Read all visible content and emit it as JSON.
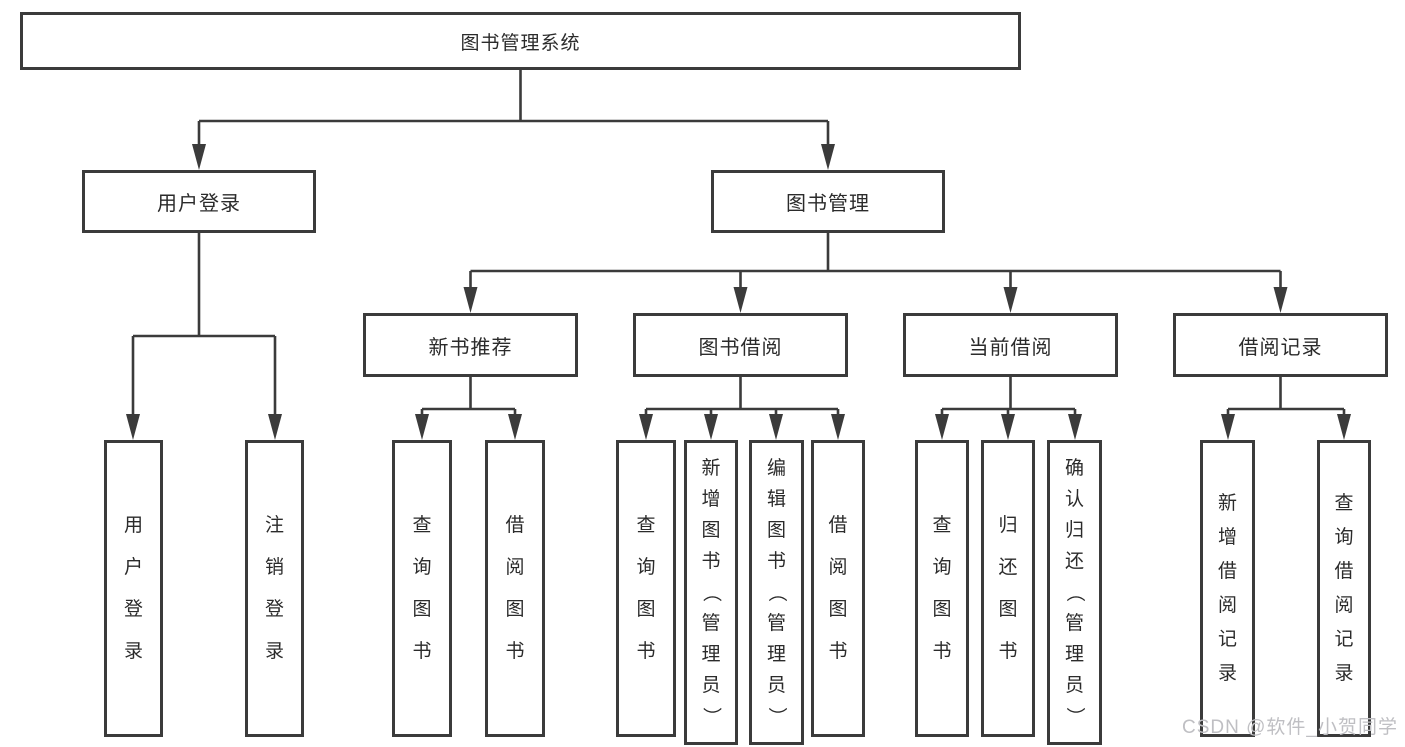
{
  "diagram": {
    "root": {
      "label": "图书管理系统"
    },
    "branches": [
      {
        "label": "用户登录",
        "children": [
          {
            "label": "用户登录"
          },
          {
            "label": "注销登录"
          }
        ]
      },
      {
        "label": "图书管理",
        "children": [
          {
            "label": "新书推荐",
            "children": [
              {
                "label": "查询图书"
              },
              {
                "label": "借阅图书"
              }
            ]
          },
          {
            "label": "图书借阅",
            "children": [
              {
                "label": "查询图书"
              },
              {
                "label": "新增图书（管理员）"
              },
              {
                "label": "编辑图书（管理员）"
              },
              {
                "label": "借阅图书"
              }
            ]
          },
          {
            "label": "当前借阅",
            "children": [
              {
                "label": "查询图书"
              },
              {
                "label": "归还图书"
              },
              {
                "label": "确认归还（管理员）"
              }
            ]
          },
          {
            "label": "借阅记录",
            "children": [
              {
                "label": "新增借阅记录"
              },
              {
                "label": "查询借阅记录"
              }
            ]
          }
        ]
      }
    ]
  },
  "watermark": {
    "text": "CSDN @软件_小贺同学"
  },
  "colors": {
    "line": "#3b3b3b",
    "text": "#2b2b2b",
    "watermark": "#bfbfc3",
    "background": "#ffffff"
  }
}
